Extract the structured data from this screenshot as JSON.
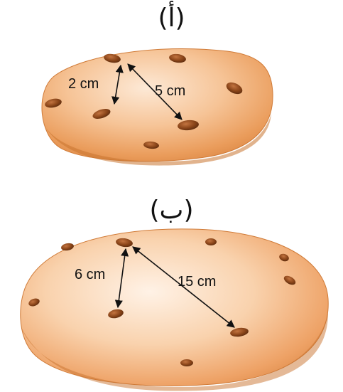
{
  "panels": [
    {
      "label": "(أ)",
      "measurements": {
        "short": "2 cm",
        "long": "5 cm"
      }
    },
    {
      "label": "(ب)",
      "measurements": {
        "short": "6 cm",
        "long": "15 cm"
      }
    }
  ],
  "colors": {
    "crust_light": "#fde9d6",
    "crust_mid": "#f3b57b",
    "crust_dark": "#d9833f",
    "raisin": "#7a3d16",
    "raisin_highlight": "#c37440",
    "arrow": "#111111"
  }
}
